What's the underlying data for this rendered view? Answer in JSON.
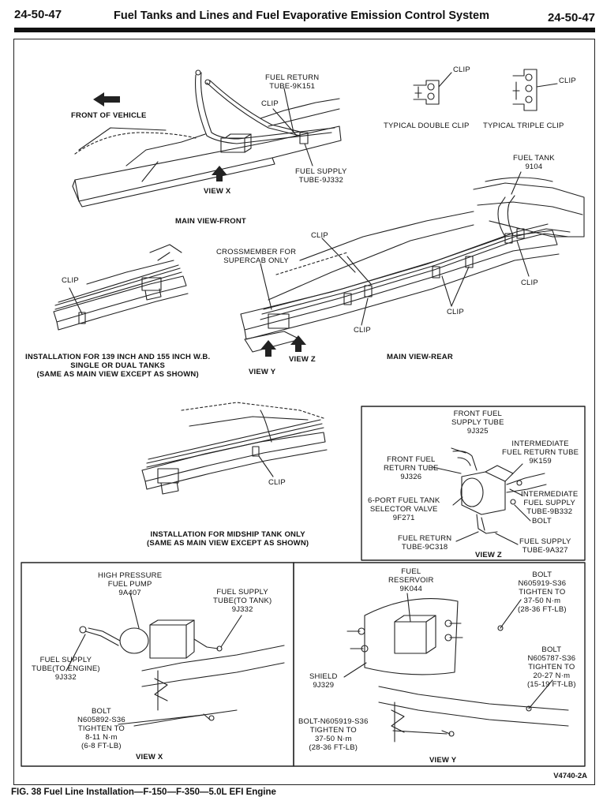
{
  "header": {
    "page_left": "24-50-47",
    "page_right": "24-50-47",
    "title": "Fuel Tanks and Lines and Fuel Evaporative Emission Control System"
  },
  "main_front": {
    "front_of_vehicle": "FRONT OF VEHICLE",
    "fuel_return_tube": [
      "FUEL RETURN",
      "TUBE-9K151"
    ],
    "clip": "CLIP",
    "fuel_supply_tube": [
      "FUEL SUPPLY",
      "TUBE-9J332"
    ],
    "view_x": "VIEW X",
    "title": "MAIN VIEW-FRONT"
  },
  "clips": {
    "clip_left": "CLIP",
    "clip_right": "CLIP",
    "double": "TYPICAL DOUBLE CLIP",
    "triple": "TYPICAL TRIPLE CLIP"
  },
  "wheelbase": {
    "clip": "CLIP",
    "caption": [
      "INSTALLATION FOR 139 INCH AND 155 INCH W.B.",
      "SINGLE OR DUAL TANKS",
      "(SAME AS MAIN VIEW EXCEPT AS SHOWN)"
    ]
  },
  "main_rear": {
    "fuel_tank": [
      "FUEL TANK",
      "9104"
    ],
    "crossmember": [
      "CROSSMEMBER FOR",
      "SUPERCAB ONLY"
    ],
    "clip_top": "CLIP",
    "clip_right": "CLIP",
    "clip_mid": "CLIP",
    "clip_low": "CLIP",
    "view_z": "VIEW Z",
    "view_y": "VIEW Y",
    "title": "MAIN VIEW-REAR"
  },
  "midship": {
    "clip": "CLIP",
    "caption": [
      "INSTALLATION FOR MIDSHIP TANK ONLY",
      "(SAME AS MAIN VIEW EXCEPT AS SHOWN)"
    ]
  },
  "view_z_panel": {
    "front_supply": [
      "FRONT FUEL",
      "SUPPLY TUBE",
      "9J325"
    ],
    "intermediate_return": [
      "INTERMEDIATE",
      "FUEL RETURN TUBE",
      "9K159"
    ],
    "front_return": [
      "FRONT FUEL",
      "RETURN TUBE",
      "9J326"
    ],
    "intermediate_supply": [
      "INTERMEDIATE",
      "FUEL SUPPLY",
      "TUBE-9B332"
    ],
    "selector_valve": [
      "6-PORT FUEL TANK",
      "SELECTOR VALVE",
      "9F271"
    ],
    "bolt": "BOLT",
    "fuel_return_tube": [
      "FUEL RETURN",
      "TUBE-9C318"
    ],
    "fuel_supply_tube": [
      "FUEL SUPPLY",
      "TUBE-9A327"
    ],
    "title": "VIEW Z"
  },
  "view_x_panel": {
    "pump": [
      "HIGH PRESSURE",
      "FUEL PUMP",
      "9A407"
    ],
    "supply_to_tank": [
      "FUEL SUPPLY",
      "TUBE(TO TANK)",
      "9J332"
    ],
    "supply_to_engine": [
      "FUEL SUPPLY",
      "TUBE(TO ENGINE)",
      "9J332"
    ],
    "bolt": [
      "BOLT",
      "N605892-S36",
      "TIGHTEN TO",
      "8-11 N·m",
      "(6-8 FT-LB)"
    ],
    "title": "VIEW X"
  },
  "view_y_panel": {
    "reservoir": [
      "FUEL",
      "RESERVOIR",
      "9K044"
    ],
    "bolt_top": [
      "BOLT",
      "N605919-S36",
      "TIGHTEN TO",
      "37-50 N·m",
      "(28-36 FT-LB)"
    ],
    "bolt_right": [
      "BOLT",
      "N605787-S36",
      "TIGHTEN TO",
      "20-27 N·m",
      "(15-19 FT-LB)"
    ],
    "shield": [
      "SHIELD",
      "9J329"
    ],
    "bolt_bottom": [
      "BOLT-N605919-S36",
      "TIGHTEN TO",
      "37-50 N·m",
      "(28-36 FT-LB)"
    ],
    "title": "VIEW Y"
  },
  "figure_code": "V4740-2A",
  "caption": "FIG. 38  Fuel Line Installation—F-150—F-350—5.0L EFI Engine"
}
